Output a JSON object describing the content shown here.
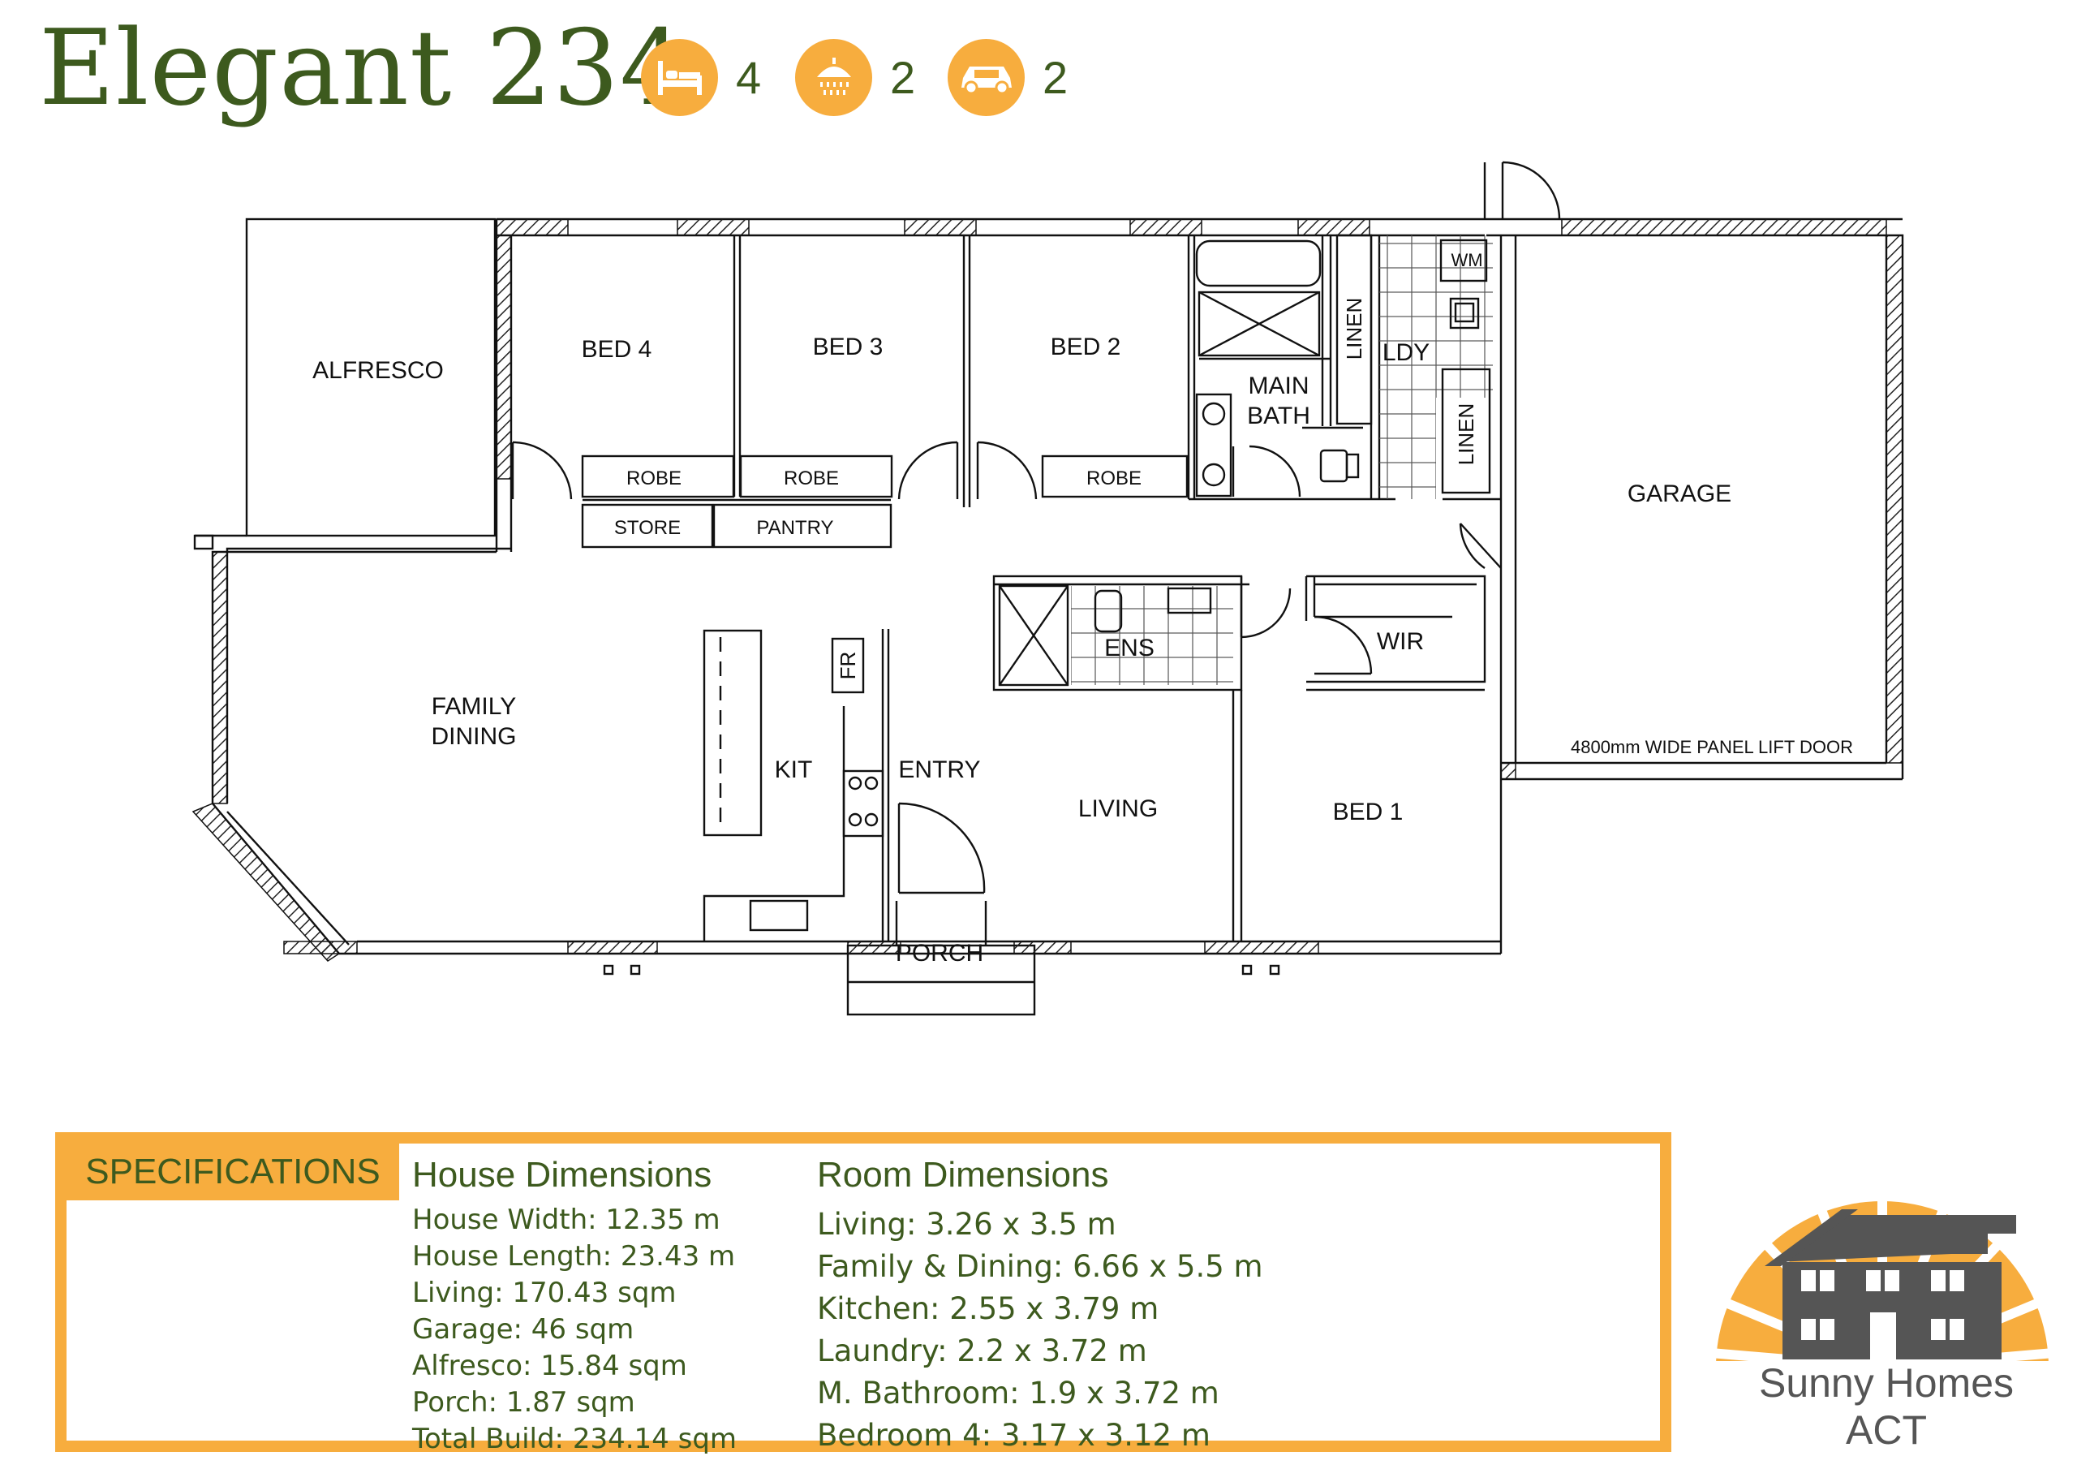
{
  "title": "Elegant 234",
  "features": [
    {
      "icon": "bed-icon",
      "count": "4"
    },
    {
      "icon": "shower-icon",
      "count": "2"
    },
    {
      "icon": "car-icon",
      "count": "2"
    }
  ],
  "rooms": {
    "alfresco": "ALFRESCO",
    "bed4": "BED 4",
    "bed3": "BED 3",
    "bed2": "BED 2",
    "bed1": "BED 1",
    "main_bath_1": "MAIN",
    "main_bath_2": "BATH",
    "linen_1": "LINEN",
    "linen_2": "LINEN",
    "ldy": "LDY",
    "wm": "WM",
    "garage": "GARAGE",
    "garage_door": "4800mm WIDE PANEL LIFT DOOR",
    "robe_1": "ROBE",
    "robe_2": "ROBE",
    "robe_3": "ROBE",
    "store": "STORE",
    "pantry": "PANTRY",
    "family_1": "FAMILY",
    "family_2": "DINING",
    "fr": "FR",
    "kit": "KIT",
    "entry": "ENTRY",
    "living": "LIVING",
    "ens": "ENS",
    "wir": "WIR",
    "porch": "PORCH"
  },
  "specs": {
    "tab": "SPECIFICATIONS",
    "house_heading": "House Dimensions",
    "house": [
      "House Width: 12.35 m",
      "House Length: 23.43 m",
      "Living: 170.43 sqm",
      "Garage: 46 sqm",
      "Alfresco: 15.84 sqm",
      "Porch: 1.87 sqm",
      "Total Build: 234.14 sqm"
    ],
    "room_heading": "Room Dimensions",
    "room": [
      "Living: 3.26 x 3.5 m",
      "Family & Dining: 6.66 x 5.5 m",
      "Kitchen: 2.55 x 3.79 m",
      "Laundry: 2.2 x 3.72 m",
      "M. Bathroom: 1.9 x 3.72 m",
      "Bedroom 4: 3.17 x 3.12 m"
    ]
  },
  "brand": {
    "name": "Sunny Homes ACT",
    "accent": "#f7ad3e",
    "green": "#3d5a1e",
    "house_gray": "#555555"
  }
}
